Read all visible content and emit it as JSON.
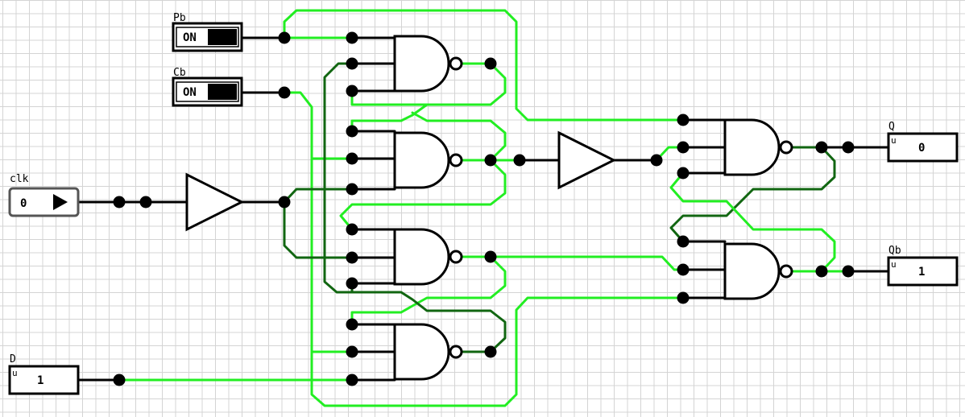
{
  "components": {
    "pb_label": "Pb",
    "pb_state": "ON",
    "cb_label": "Cb",
    "cb_state": "ON",
    "clk_label": "clk",
    "clk_value": "0",
    "d_label": "D",
    "d_unit": "u",
    "d_value": "1",
    "q_label": "Q",
    "q_unit": "u",
    "q_value": "0",
    "qb_label": "Qb",
    "qb_unit": "u",
    "qb_value": "1"
  },
  "colors": {
    "wire_high": "#22ee22",
    "wire_low": "#116611",
    "wire_neutral": "#000000",
    "grid": "#d4d4d4"
  }
}
